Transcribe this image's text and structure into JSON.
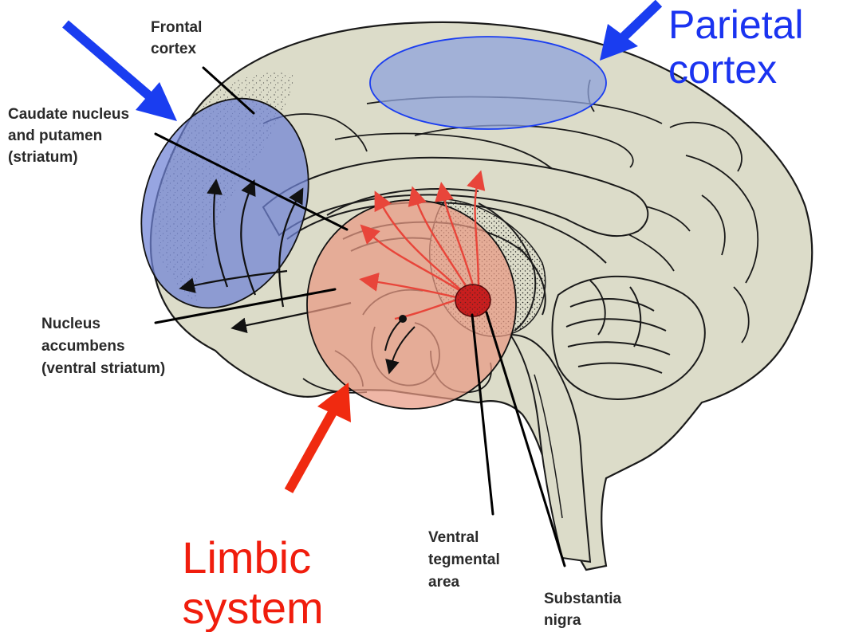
{
  "colors": {
    "brain_fill": "#dcdcc9",
    "outline": "#1a1a1a",
    "striatum_overlay": "#6f82d6",
    "parietal_overlay": "#8fa3db",
    "limbic_overlay": "#e99a84",
    "pathway_red": "#e8453a",
    "nucleus_red": "#c81e1e",
    "blue_arrow": "#1a3df0",
    "red_arrow": "#f02a10",
    "blue_text": "#1a33f0",
    "red_text": "#f01d0d"
  },
  "labels": {
    "frontal_cortex": [
      "Frontal",
      "cortex"
    ],
    "caudate": [
      "Caudate nucleus",
      "and putamen",
      "(striatum)"
    ],
    "nucleus_accumbens": [
      "Nucleus",
      "accumbens",
      "(ventral striatum)"
    ],
    "vta": [
      "Ventral",
      "tegmental",
      "area"
    ],
    "substantia_nigra": [
      "Substantia",
      "nigra"
    ],
    "parietal_cortex": [
      "Parietal",
      "cortex"
    ],
    "limbic_system": [
      "Limbic",
      "system"
    ]
  },
  "icons": {
    "blue_arrow_left": "arrow-down-right-icon",
    "blue_arrow_right": "arrow-down-left-icon",
    "red_arrow": "arrow-up-right-icon"
  }
}
